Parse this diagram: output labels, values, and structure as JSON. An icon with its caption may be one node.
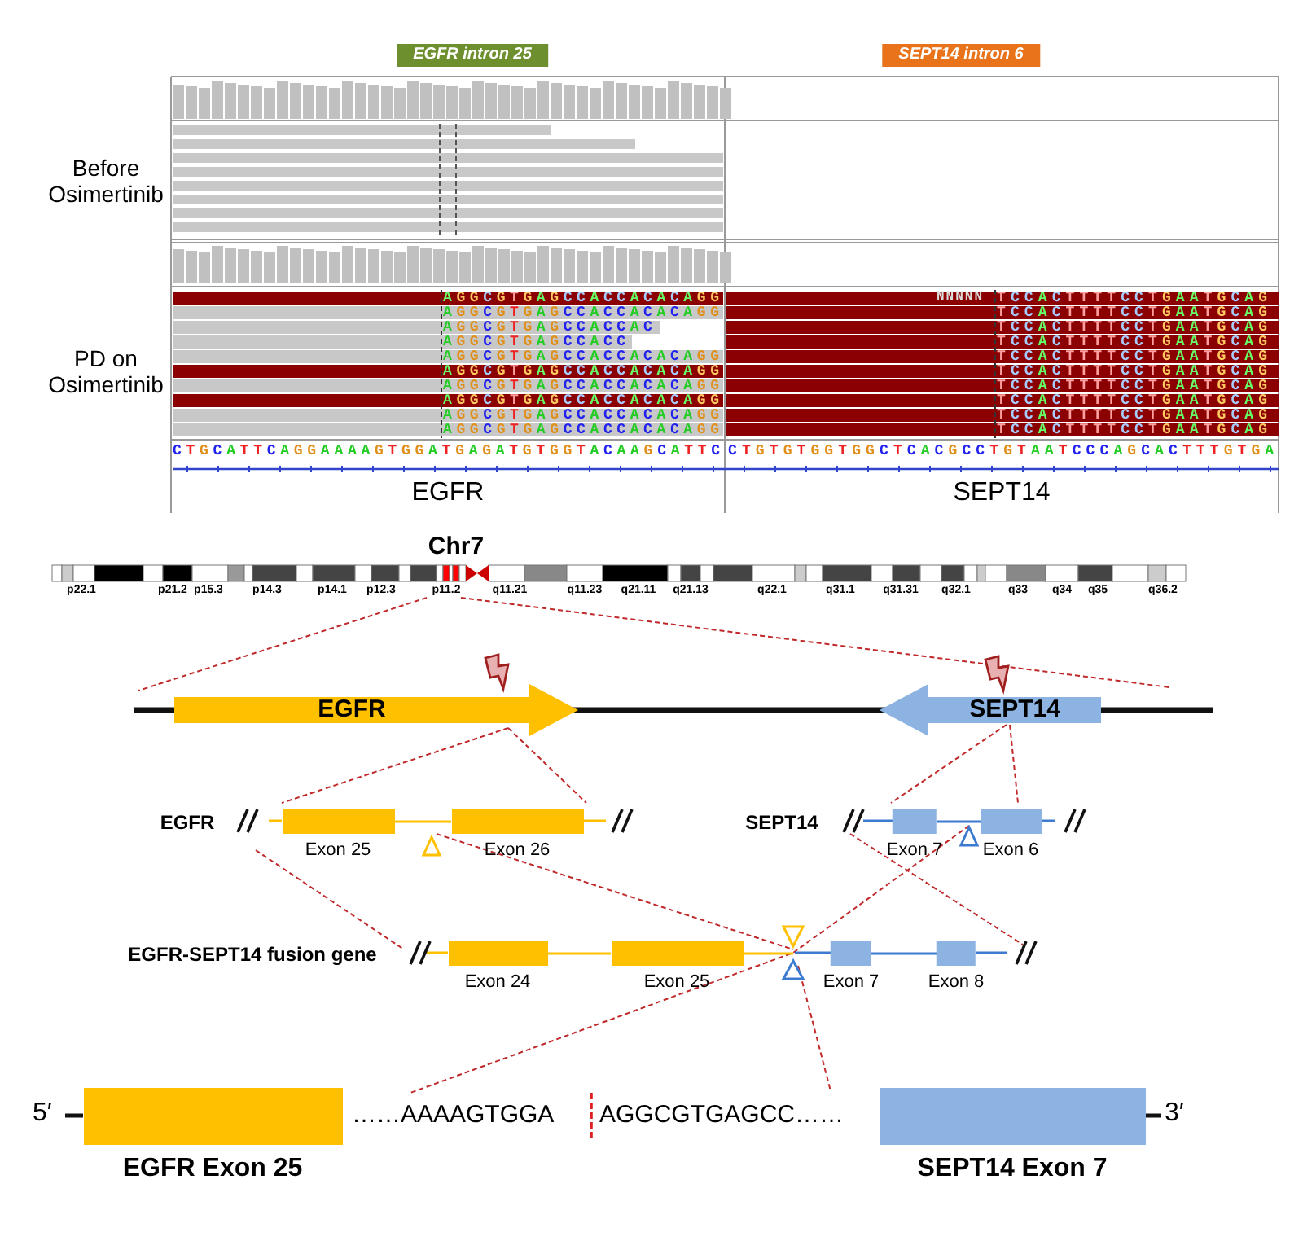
{
  "diagram": {
    "nodes": [
      {
        "text": [
          "EGFR intron 25"
        ]
      },
      {
        "text": [
          "SEPT14 intron 6"
        ]
      },
      {
        "text": [
          "EGFR"
        ]
      },
      {
        "text": [
          "SEPT14"
        ]
      },
      {
        "text": [
          "Exon 25"
        ]
      },
      {
        "text": [
          "Exon 26"
        ]
      },
      {
        "text": [
          "Exon 7"
        ]
      },
      {
        "text": [
          "Exon 6"
        ]
      },
      {
        "text": [
          "Exon 24"
        ]
      },
      {
        "text": [
          "Exon 25"
        ]
      },
      {
        "text": [
          "Exon 7"
        ]
      },
      {
        "text": [
          "Exon 8"
        ]
      },
      {
        "text": [
          "EGFR Exon 25"
        ]
      },
      {
        "text": [
          "SEPT14 Exon 7"
        ]
      }
    ],
    "edges": [
      {
        "from": 4,
        "to": 5,
        "arrow": "none",
        "color": "#ffc000"
      },
      {
        "from": 6,
        "to": 7,
        "arrow": "none",
        "color": "#3d7bd1"
      },
      {
        "from": 8,
        "to": 9,
        "arrow": "none",
        "color": "#ffc000"
      },
      {
        "from": 9,
        "to": 10,
        "arrow": "none",
        "color": "#ffc000"
      },
      {
        "from": 10,
        "to": 11,
        "arrow": "none",
        "color": "#3d7bd1"
      }
    ],
    "labels": [
      "Before Osimertinib",
      "PD on Osimertinib",
      "AGGCGTGAGCCACCACACAGG",
      "NNNNN",
      "TCCACTTTTCCTGAATGCAG",
      "AGGCGTGAGCCACCACACAGG",
      "TCCACTTTTCCTGAATGCAG",
      "AGGCGTGAGCCACCAC",
      "TCCACTTTTCCTGAATGCAG",
      "AGGCGTGAGCCACC",
      "TCCACTTTTCCTGAATGCAG",
      "AGGCGTGAGCCACCACACAGG",
      "TCCACTTTTCCTGAATGCAG",
      "AGGCGTGAGCCACCACACAGG",
      "TCCACTTTTCCTGAATGCAG",
      "AGGCGTGAGCCACCACACAGG",
      "TCCACTTTTCCTGAATGCAG",
      "AGGCGTGAGCCACCACACAGG",
      "TCCACTTTTCCTGAATGCAG",
      "AGGCGTGAGCCACCACACAGG",
      "TCCACTTTTCCTGAATGCAG",
      "AGGCGTGAGCCACCACACAGG",
      "TCCACTTTTCCTGAATGCAG",
      "CTGCATTCAGGAAAAGTGGATGAGATGTGGTACAAGCATTC",
      "CTGTGTGGTGGCTCACGCCTGTAATCCCAGCACTTTGTGA",
      "EGFR",
      "SEPT14",
      "Chr7",
      "p22.1",
      "p21.2",
      "p15.3",
      "p14.3",
      "p14.1",
      "p12.3",
      "p11.2",
      "q11.21",
      "q11.23",
      "q21.11",
      "q21.13",
      "q22.1",
      "q31.1",
      "q31.31",
      "q32.1",
      "q33",
      "q34",
      "q35",
      "q36.2",
      "EGFR",
      "SEPT14",
      "EGFR-SEPT14 fusion gene",
      "5′",
      "……AAAAGTGGA",
      "AGGCGTGAGCC……",
      "3′"
    ]
  }
}
